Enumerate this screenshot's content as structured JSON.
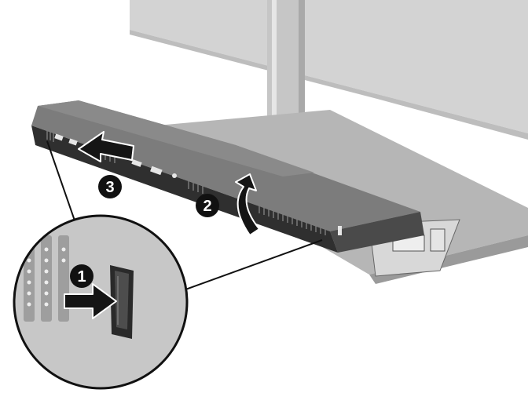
{
  "illustration": {
    "steps": [
      {
        "number": "1",
        "action": "push-release-latch"
      },
      {
        "number": "2",
        "action": "lift-cover-rear-edge"
      },
      {
        "number": "3",
        "action": "slide-cover-off"
      }
    ],
    "colors": {
      "monitor_back": "#d2d2d2",
      "stand_column": "#c4c4c4",
      "base_plate": "#b4b4b4",
      "cover_top": "#7b7b7b",
      "cover_front": "#2e2e2e",
      "arrow": "#151515",
      "callout_fill": "#c9c9c9",
      "callout_outline": "#111111"
    }
  }
}
